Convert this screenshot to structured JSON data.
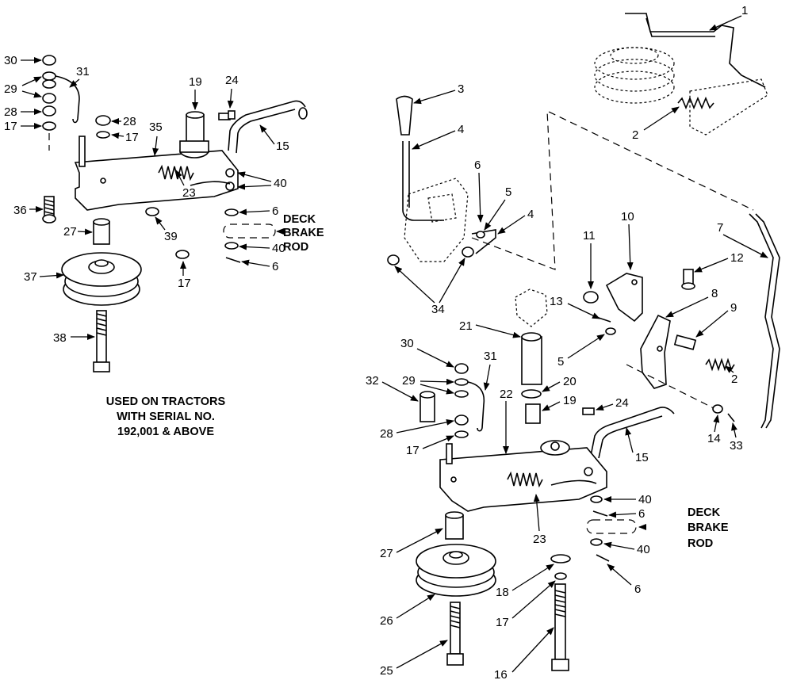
{
  "notes": {
    "deck_brake_rod_left": [
      "DECK",
      "BRAKE",
      "ROD"
    ],
    "deck_brake_rod_right": [
      "DECK",
      "BRAKE",
      "ROD"
    ],
    "serial_note": [
      "USED ON TRACTORS",
      "WITH SERIAL NO.",
      "192,001 & ABOVE"
    ]
  },
  "callouts": {
    "left": {
      "c30": "30",
      "c29": "29",
      "c28a": "28",
      "c17a": "17",
      "c31": "31",
      "c19": "19",
      "c24": "24",
      "c28b": "28",
      "c17b": "17",
      "c35": "35",
      "c15": "15",
      "c40a": "40",
      "c36": "36",
      "c23": "23",
      "c6a": "6",
      "c27": "27",
      "c39": "39",
      "c40b": "40",
      "c6b": "6",
      "c37": "37",
      "c17c": "17",
      "c38": "38"
    },
    "right": {
      "c1": "1",
      "c3": "3",
      "c2a": "2",
      "c4a": "4",
      "c6a": "6",
      "c5a": "5",
      "c4b": "4",
      "c10": "10",
      "c7": "7",
      "c11": "11",
      "c12": "12",
      "c34": "34",
      "c8": "8",
      "c13": "13",
      "c9": "9",
      "c21": "21",
      "c5b": "5",
      "c2b": "2",
      "c30": "30",
      "c31": "31",
      "c29": "29",
      "c22": "22",
      "c20": "20",
      "c32": "32",
      "c19": "19",
      "c24": "24",
      "c28": "28",
      "c17a": "17",
      "c15": "15",
      "c14": "14",
      "c33": "33",
      "c40a": "40",
      "c6b": "6",
      "c27": "27",
      "c23": "23",
      "c40b": "40",
      "c18": "18",
      "c6c": "6",
      "c26": "26",
      "c17b": "17",
      "c25": "25",
      "c16": "16"
    }
  }
}
